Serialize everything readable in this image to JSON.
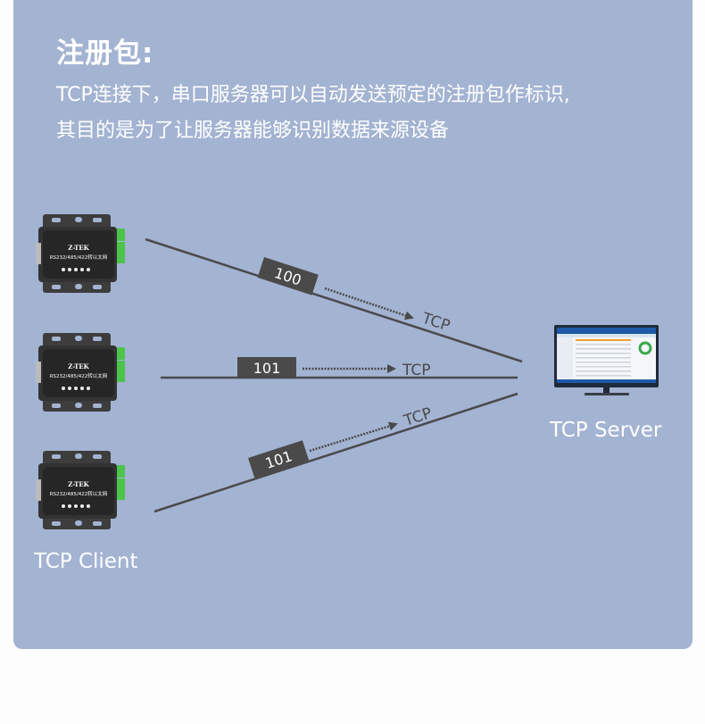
{
  "header": {
    "title": "注册包:",
    "description_line1": "TCP连接下，串口服务器可以自动发送预定的注册包作标识,",
    "description_line2": "其目的是为了让服务器能够识别数据来源设备"
  },
  "devices": {
    "brand": "Z-TEK",
    "model": "RS232/485/422转以太网",
    "count": 3
  },
  "connections": [
    {
      "packet": "100",
      "protocol": "TCP"
    },
    {
      "packet": "101",
      "protocol": "TCP"
    },
    {
      "packet": "101",
      "protocol": "TCP"
    }
  ],
  "labels": {
    "client": "TCP Client",
    "server": "TCP Server"
  },
  "colors": {
    "background": "#a3b3d2",
    "line": "#4a4a4a",
    "packet": "#4a4a4a",
    "text": "#ffffff",
    "terminal": "#4cc44c"
  }
}
